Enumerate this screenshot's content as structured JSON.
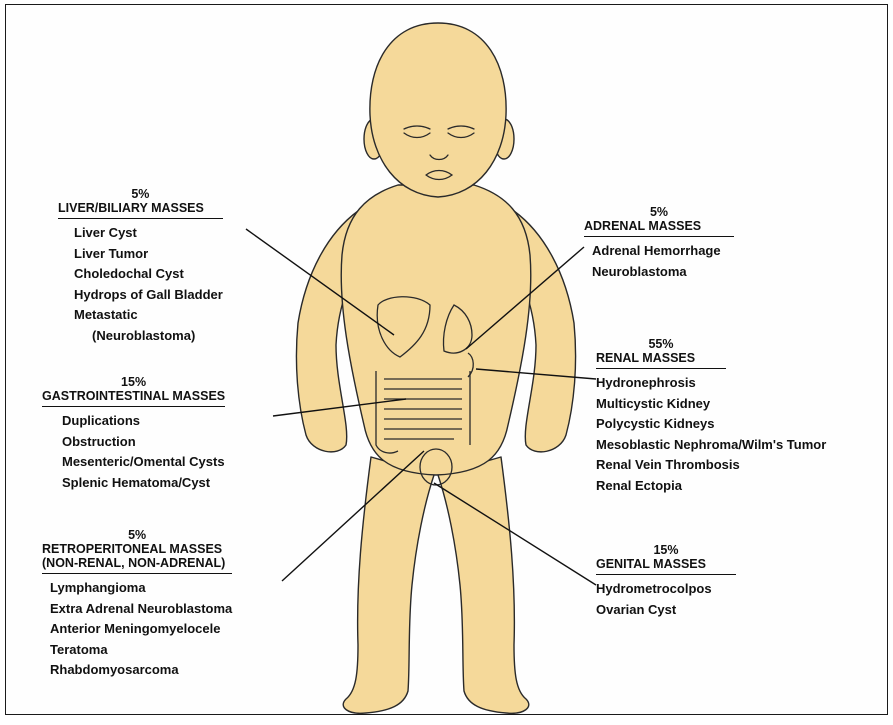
{
  "groups": {
    "liver": {
      "percent": "5%",
      "title": "LIVER/BILIARY MASSES",
      "items": [
        "Liver Cyst",
        "Liver Tumor",
        "Choledochal Cyst",
        "Hydrops of Gall Bladder",
        "Metastatic",
        "(Neuroblastoma)"
      ]
    },
    "gi": {
      "percent": "15%",
      "title": "GASTROINTESTINAL MASSES",
      "items": [
        "Duplications",
        "Obstruction",
        "Mesenteric/Omental Cysts",
        "Splenic Hematoma/Cyst"
      ]
    },
    "retro": {
      "percent": "5%",
      "title_line1": "RETROPERITONEAL MASSES",
      "title_line2": "(NON-RENAL, NON-ADRENAL)",
      "items": [
        "Lymphangioma",
        "Extra Adrenal Neuroblastoma",
        "Anterior Meningomyelocele",
        "Teratoma",
        "Rhabdomyosarcoma"
      ]
    },
    "adrenal": {
      "percent": "5%",
      "title": "ADRENAL MASSES",
      "items": [
        "Adrenal Hemorrhage",
        "Neuroblastoma"
      ]
    },
    "renal": {
      "percent": "55%",
      "title": "RENAL MASSES",
      "items": [
        "Hydronephrosis",
        "Multicystic Kidney",
        "Polycystic Kidneys",
        "Mesoblastic Nephroma/Wilm's Tumor",
        "Renal Vein Thrombosis",
        "Renal Ectopia"
      ]
    },
    "genital": {
      "percent": "15%",
      "title": "GENITAL MASSES",
      "items": [
        "Hydrometrocolpos",
        "Ovarian Cyst"
      ]
    }
  },
  "colors": {
    "skin": "#f5d99a",
    "outline": "#2a2a2a",
    "text": "#111111"
  }
}
